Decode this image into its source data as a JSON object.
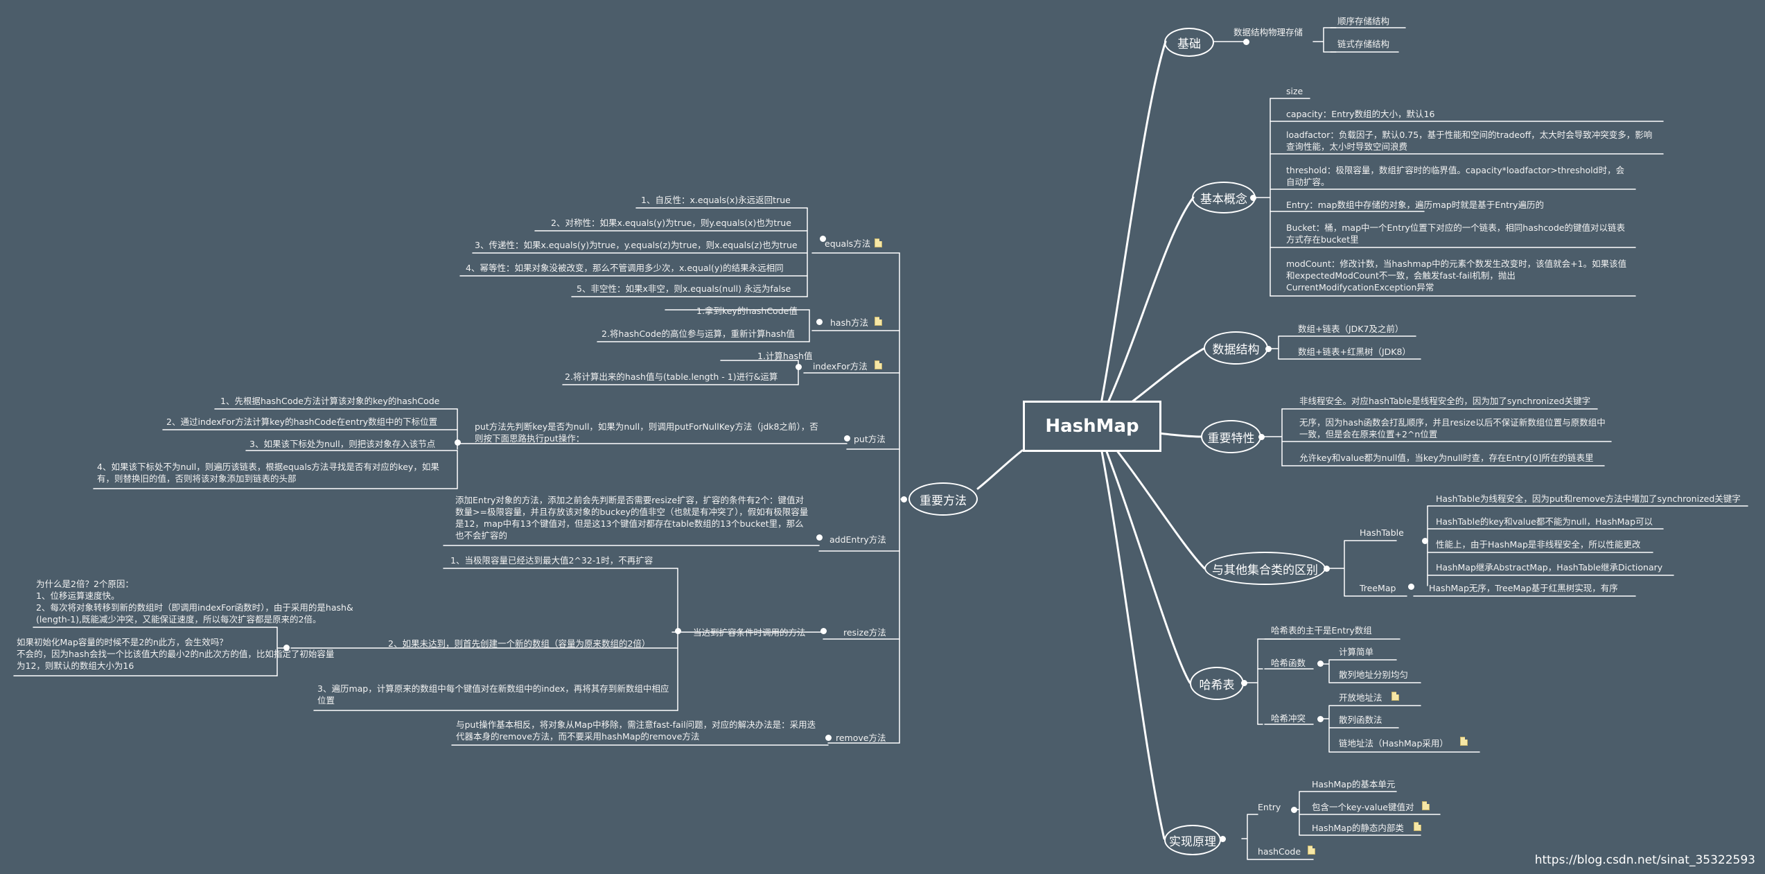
{
  "watermark": "https://blog.csdn.net/sinat_35322593",
  "root": "HashMap",
  "basics": {
    "title": "基础",
    "storage": "数据结构物理存储",
    "seq": "顺序存储结构",
    "linked": "链式存储结构"
  },
  "concepts": {
    "title": "基本概念",
    "size": "size",
    "capacity": "capacity：Entry数组的大小，默认16",
    "loadfactor": "loadfactor：负载因子，默认0.75，基于性能和空间的tradeoff，太大时会导致冲突变多，影响查询性能，太小时导致空间浪费",
    "threshold": "threshold：极限容量，数组扩容时的临界值。capacity*loadfactor>threshold时，会自动扩容。",
    "entry": "Entry：map数组中存储的对象，遍历map时就是基于Entry遍历的",
    "bucket": "Bucket：桶，map中一个Entry位置下对应的一个链表，相同hashcode的键值对以链表方式存在bucket里",
    "modcount": "modCount：修改计数，当hashmap中的元素个数发生改变时，该值就会+1。如果该值和expectedModCount不一致，会触发fast-fail机制，抛出CurrentModifycationException异常"
  },
  "structure": {
    "title": "数据结构",
    "jdk7": "数组+链表（JDK7及之前）",
    "jdk8": "数组+链表+红黑树（JDK8）"
  },
  "features": {
    "title": "重要特性",
    "f1": "非线程安全。对应hashTable是线程安全的，因为加了synchronized关键字",
    "f2": "无序，因为hash函数会打乱顺序，并且resize以后不保证新数组位置与原数组中一致，但是会在原来位置+2^n位置",
    "f3": "允许key和value都为null值，当key为null时查，存在Entry[0]所在的链表里"
  },
  "diff": {
    "title": "与其他集合类的区别",
    "hashtable": "HashTable",
    "ht1": "HashTable为线程安全，因为put和remove方法中增加了synchronized关键字",
    "ht2": "HashTable的key和value都不能为null，HashMap可以",
    "ht3": "性能上，由于HashMap是非线程安全，所以性能更改",
    "ht4": "HashMap继承AbstractMap，HashTable继承Dictionary",
    "treemap": "TreeMap",
    "tm1": "HashMap无序，TreeMap基于红黑树实现，有序"
  },
  "hashtable_section": {
    "title": "哈希表",
    "main": "哈希表的主干是Entry数组",
    "func": "哈希函数",
    "func1": "计算简单",
    "func2": "散列地址分别均匀",
    "conflict": "哈希冲突",
    "c1": "开放地址法",
    "c2": "散列函数法",
    "c3": "链地址法（HashMap采用）"
  },
  "impl": {
    "title": "实现原理",
    "entry": "Entry",
    "e1": "HashMap的基本单元",
    "e2": "包含一个key-value键值对",
    "e3": "HashMap的静态内部类",
    "hashcode": "hashCode"
  },
  "methods": {
    "title": "重要方法",
    "equals": "equals方法",
    "eq1": "1、自反性：x.equals(x)永远返回true",
    "eq2": "2、对称性：如果x.equals(y)为true，则y.equals(x)也为true",
    "eq3": "3、传递性：如果x.equals(y)为true，y.equals(z)为true，则x.equals(z)也为true",
    "eq4": "4、幂等性：如果对象没被改变，那么不管调用多少次，x.equal(y)的结果永远相同",
    "eq5": "5、非空性：如果x非空，则x.equals(null) 永远为false",
    "hash": "hash方法",
    "h1": "1.拿到key的hashCode值",
    "h2": "2.将hashCode的高位参与运算，重新计算hash值",
    "indexfor": "indexFor方法",
    "i1": "1.计算hash值",
    "i2": "2.将计算出来的hash值与(table.length - 1)进行&运算",
    "put": "put方法",
    "put_desc": "put方法先判断key是否为null，如果为null，则调用putForNullKey方法（jdk8之前），否则按下面思路执行put操作：",
    "p1": "1、先根据hashCode方法计算该对象的key的hashCode",
    "p2": "2、通过indexFor方法计算key的hashCode在entry数组中的下标位置",
    "p3": "3、如果该下标处为null，则把该对象存入该节点",
    "p4": "4、如果该下标处不为null，则遍历该链表，根据equals方法寻找是否有对应的key，如果有，则替换旧的值，否则将该对象添加到链表的头部",
    "addentry": "addEntry方法",
    "addentry_desc": "添加Entry对象的方法，添加之前会先判断是否需要resize扩容，扩容的条件有2个：键值对数量>=极限容量，并且存放该对象的buckey的值非空（也就是有冲突了），假如有极限容量是12，map中有13个键值对，但是这13个键值对都存在table数组的13个bucket里，那么也不会扩容的",
    "resize": "resize方法",
    "resize_when": "当达到扩容条件时调用的方法",
    "r1": "1、当极限容量已经达到最大值2^32-1时，不再扩容",
    "r2": "2、如果未达到，则首先创建一个新的数组（容量为原来数组的2倍）",
    "r3": "3、遍历map，计算原来的数组中每个键值对在新数组中的index，再将其存到新数组中相应位置",
    "why2": "为什么是2倍？2个原因：\n1、位移运算速度快。\n2、每次将对象转移到新的数组时（即调用indexFor函数时），由于采用的是hash&(length-1),既能减少冲突，又能保证速度，所以每次扩容都是原来的2倍。",
    "init": "如果初始化Map容量的时候不是2的n此方，会生效吗？\n不会的，因为hash会找一个比该值大的最小2的n此次方的值，比如指定了初始容量为12，则默认的数组大小为16",
    "remove": "remove方法",
    "remove_desc": "与put操作基本相反，将对象从Map中移除，需注意fast-fail问题，对应的解决办法是：采用迭代器本身的remove方法，而不要采用hashMap的remove方法"
  }
}
